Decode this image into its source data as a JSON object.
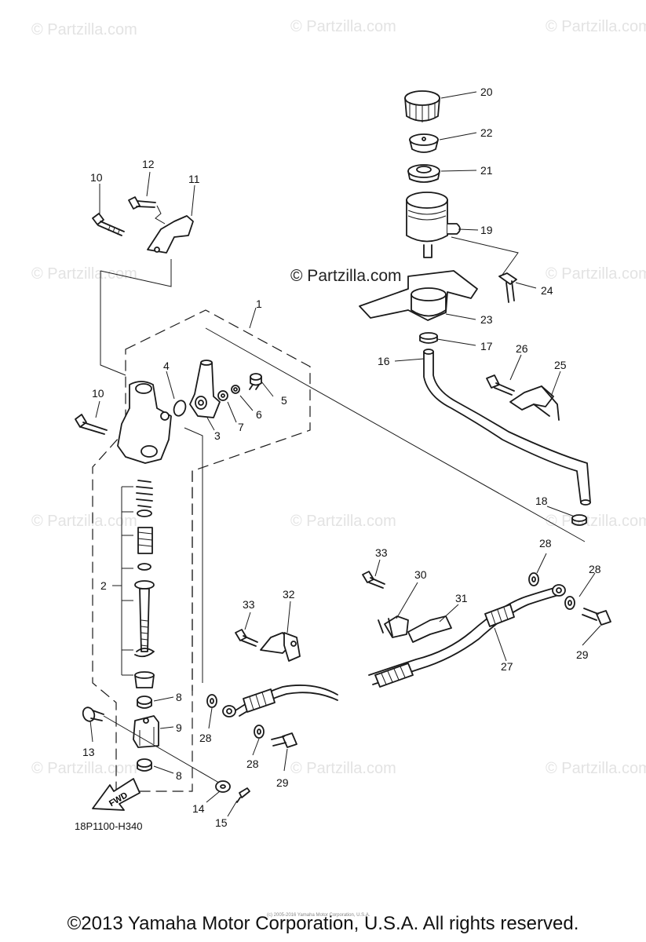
{
  "watermark": "© Partzilla.com",
  "center_watermark": "© Partzilla.com",
  "diagram_code": "18P1100-H340",
  "fwd_label": "FWD",
  "copyright": "©2013 Yamaha Motor Corporation, U.S.A. All rights reserved.",
  "small_copyright": "(c) 2005-2016 Yamaha Motor Corporation, U.S.A.",
  "part_labels": {
    "p1": "1",
    "p2": "2",
    "p3": "3",
    "p4": "4",
    "p5": "5",
    "p6": "6",
    "p7": "7",
    "p8a": "8",
    "p8b": "8",
    "p9": "9",
    "p10a": "10",
    "p10b": "10",
    "p11": "11",
    "p12": "12",
    "p13": "13",
    "p14": "14",
    "p15": "15",
    "p16": "16",
    "p17": "17",
    "p18": "18",
    "p19": "19",
    "p20": "20",
    "p21": "21",
    "p22": "22",
    "p23": "23",
    "p24": "24",
    "p25": "25",
    "p26": "26",
    "p27": "27",
    "p28a": "28",
    "p28b": "28",
    "p28c": "28",
    "p28d": "28",
    "p29a": "29",
    "p29b": "29",
    "p30": "30",
    "p31": "31",
    "p32": "32",
    "p33a": "33",
    "p33b": "33"
  }
}
